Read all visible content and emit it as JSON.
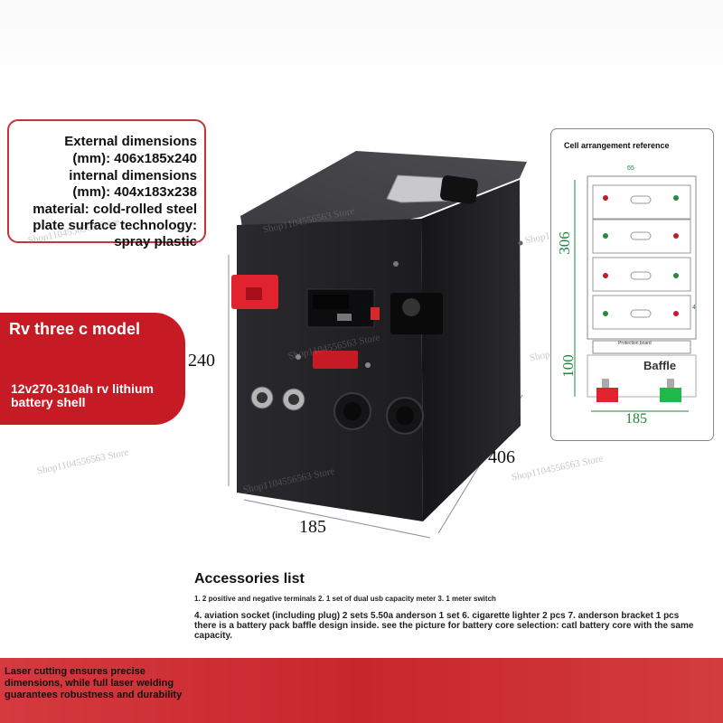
{
  "spec_box": {
    "lines": [
      "External dimensions",
      "(mm): 406x185x240",
      "internal dimensions",
      "(mm): 404x183x238",
      "material: cold-rolled steel",
      "plate surface technology:",
      "spray plastic"
    ]
  },
  "banner": {
    "title": "Rv three c model",
    "subtitle": "12v270-310ah rv lithium battery shell"
  },
  "dimensions": {
    "height": "240",
    "width": "185",
    "length": "406"
  },
  "watermark": "Shop1104556563 Store",
  "reference_panel": {
    "title": "Cell arrangement reference",
    "cell_area_label": "306",
    "baffle_area_label": "100",
    "bottom_label": "185",
    "protection_board_label": "Protection board",
    "baffle_label": "Baffle",
    "top_mark": "65",
    "side_mark": "4"
  },
  "accessories": {
    "title": "Accessories list",
    "line1": "1. 2 positive and negative terminals 2. 1 set of dual usb capacity meter 3. 1 meter switch",
    "line2": "4. aviation socket (including plug) 2 sets 5.50a anderson 1 set 6. cigarette lighter 2 pcs 7. anderson bracket 1 pcs there is a battery pack baffle design inside. see the picture for battery core selection: catl battery core with the same capacity."
  },
  "footer": {
    "text": "Laser cutting ensures precise dimensions, while full laser welding guarantees robustness and durability"
  },
  "colors": {
    "accent_red": "#c61a24",
    "terminal_red": "#e0232e",
    "terminal_green": "#1fb84a",
    "box_black": "#202023"
  }
}
